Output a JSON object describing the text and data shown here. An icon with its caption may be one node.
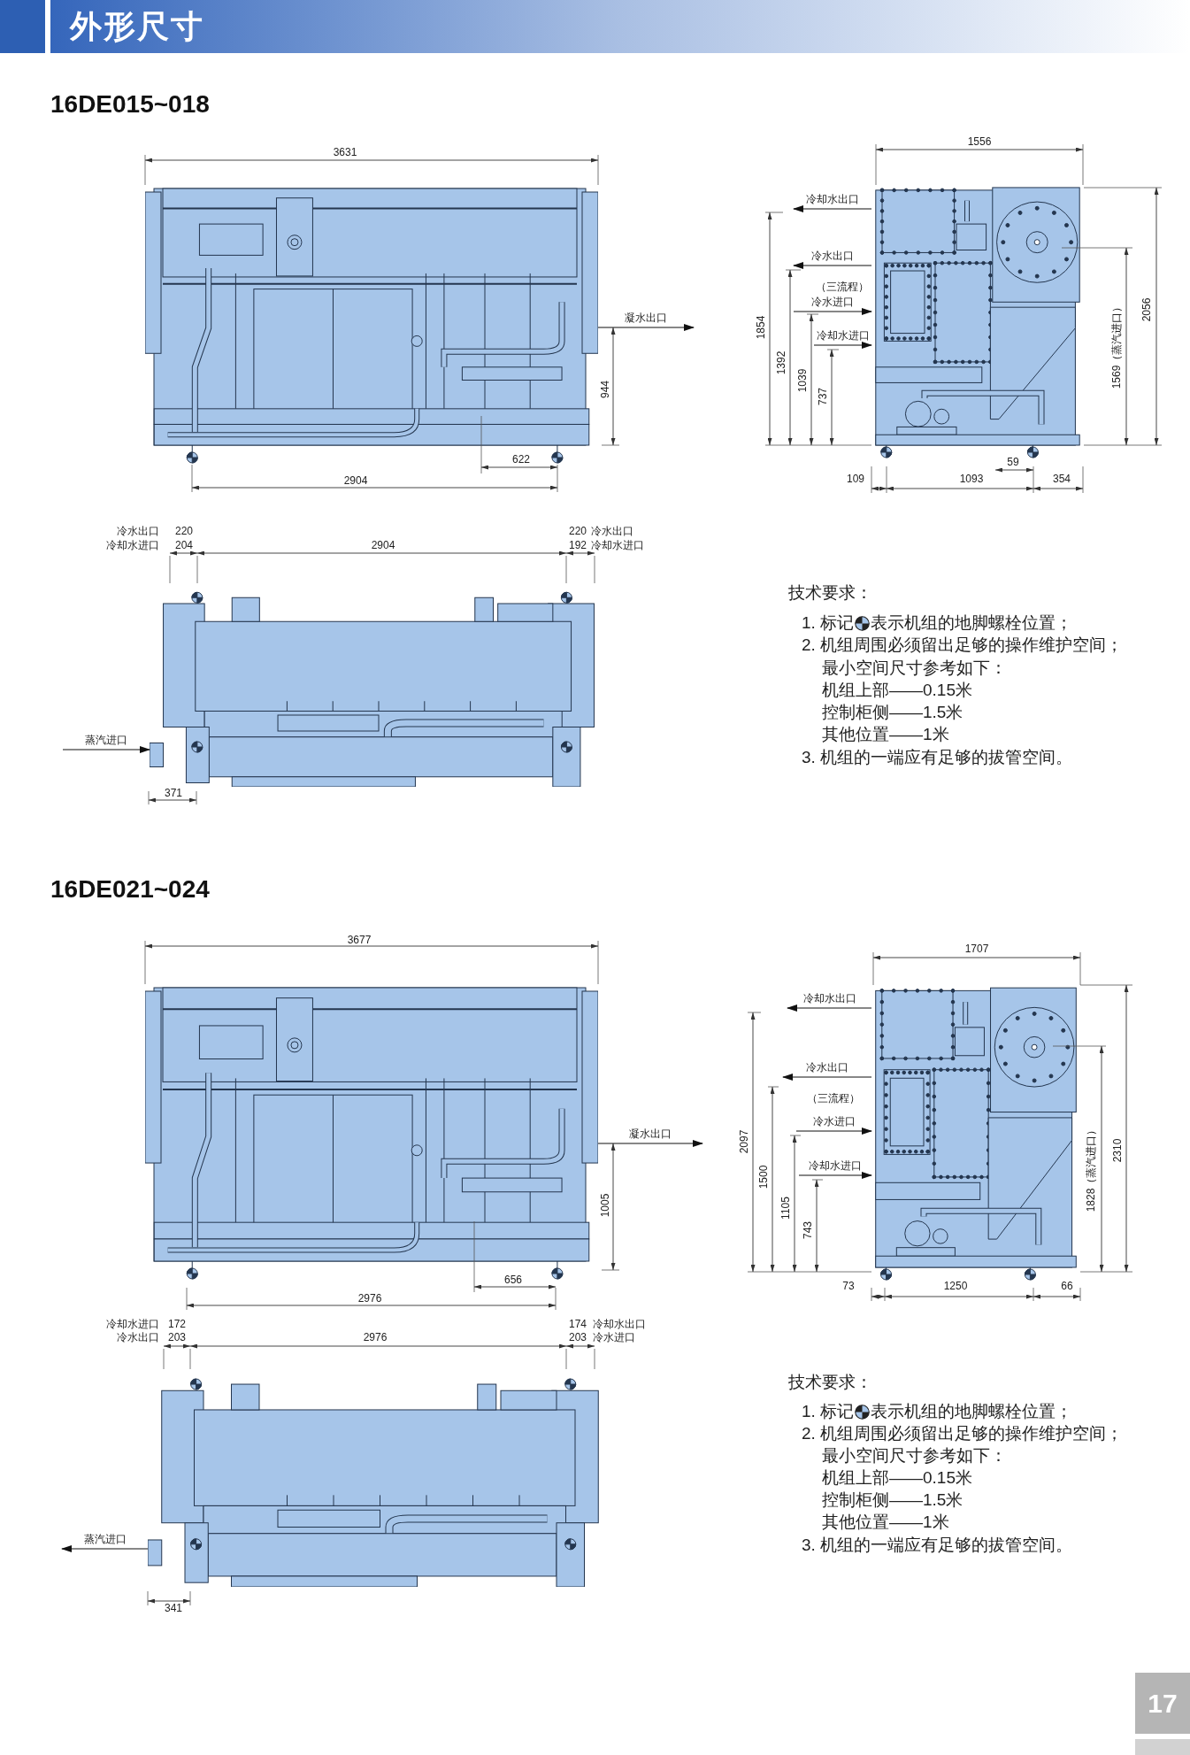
{
  "diagram": {
    "title": "外形尺寸",
    "nodes": [
      {
        "text": [],
        "shape": "picture"
      },
      {
        "text": [],
        "shape": "picture"
      },
      {
        "text": [],
        "shape": "picture"
      },
      {
        "text": [],
        "shape": "picture"
      },
      {
        "text": [],
        "shape": "picture"
      },
      {
        "text": [],
        "shape": "picture"
      }
    ],
    "edges": [
      {
        "from": 0,
        "to": null,
        "arrow": "to",
        "label": "凝水出口"
      },
      {
        "from": 1,
        "to": null,
        "arrow": "to",
        "label": "冷却水出口"
      },
      {
        "from": 1,
        "to": null,
        "arrow": "to",
        "label": "冷水出口"
      },
      {
        "from": null,
        "to": 1,
        "arrow": "to",
        "label": "冷水进口"
      },
      {
        "from": null,
        "to": 1,
        "arrow": "to",
        "label": "冷却水进口"
      },
      {
        "from": null,
        "to": 2,
        "arrow": "to",
        "label": "蒸汽进口"
      },
      {
        "from": 3,
        "to": null,
        "arrow": "to",
        "label": "凝水出口"
      },
      {
        "from": 4,
        "to": null,
        "arrow": "to",
        "label": "冷却水出口"
      },
      {
        "from": 4,
        "to": null,
        "arrow": "to",
        "label": "冷水出口"
      },
      {
        "from": null,
        "to": 4,
        "arrow": "to",
        "label": "冷水进口"
      },
      {
        "from": null,
        "to": 4,
        "arrow": "to",
        "label": "冷却水进口"
      },
      {
        "from": 5,
        "to": null,
        "arrow": "to",
        "label": "蒸汽进口"
      }
    ],
    "labels": [
      "16DE015~018",
      "3631",
      "944",
      "622",
      "2904",
      "1556",
      "（三流程）",
      "1854",
      "1392",
      "1039",
      "737",
      "1569（蒸汽进口）",
      "2056",
      "109",
      "1093",
      "59",
      "354",
      "冷水出口",
      "220",
      "冷却水进口",
      "204",
      "2904",
      "220",
      "冷水出口",
      "192",
      "冷却水进口",
      "371",
      "技术要求：",
      "1. 标记",
      "表示机组的地脚螺栓位置；",
      "2. 机组周围必须留出足够的操作维护空间；",
      "最小空间尺寸参考如下：",
      "机组上部——0.15米",
      "控制柜侧——1.5米",
      "其他位置——1米",
      "3. 机组的一端应有足够的拔管空间。",
      "16DE021~024",
      "3677",
      "1005",
      "656",
      "2976",
      "1707",
      "（三流程）",
      "2097",
      "1500",
      "1105",
      "743",
      "1828（蒸汽进口）",
      "2310",
      "73",
      "1250",
      "66",
      "冷却水进口",
      "172",
      "冷水出口",
      "203",
      "2976",
      "174",
      "冷却水出口",
      "203",
      "冷水进口",
      "341",
      "技术要求：",
      "1. 标记",
      "表示机组的地脚螺栓位置；",
      "2. 机组周围必须留出足够的操作维护空间；",
      "最小空间尺寸参考如下：",
      "机组上部——0.15米",
      "控制柜侧——1.5米",
      "其他位置——1米",
      "3. 机组的一端应有足够的拔管空间。",
      "17"
    ]
  }
}
